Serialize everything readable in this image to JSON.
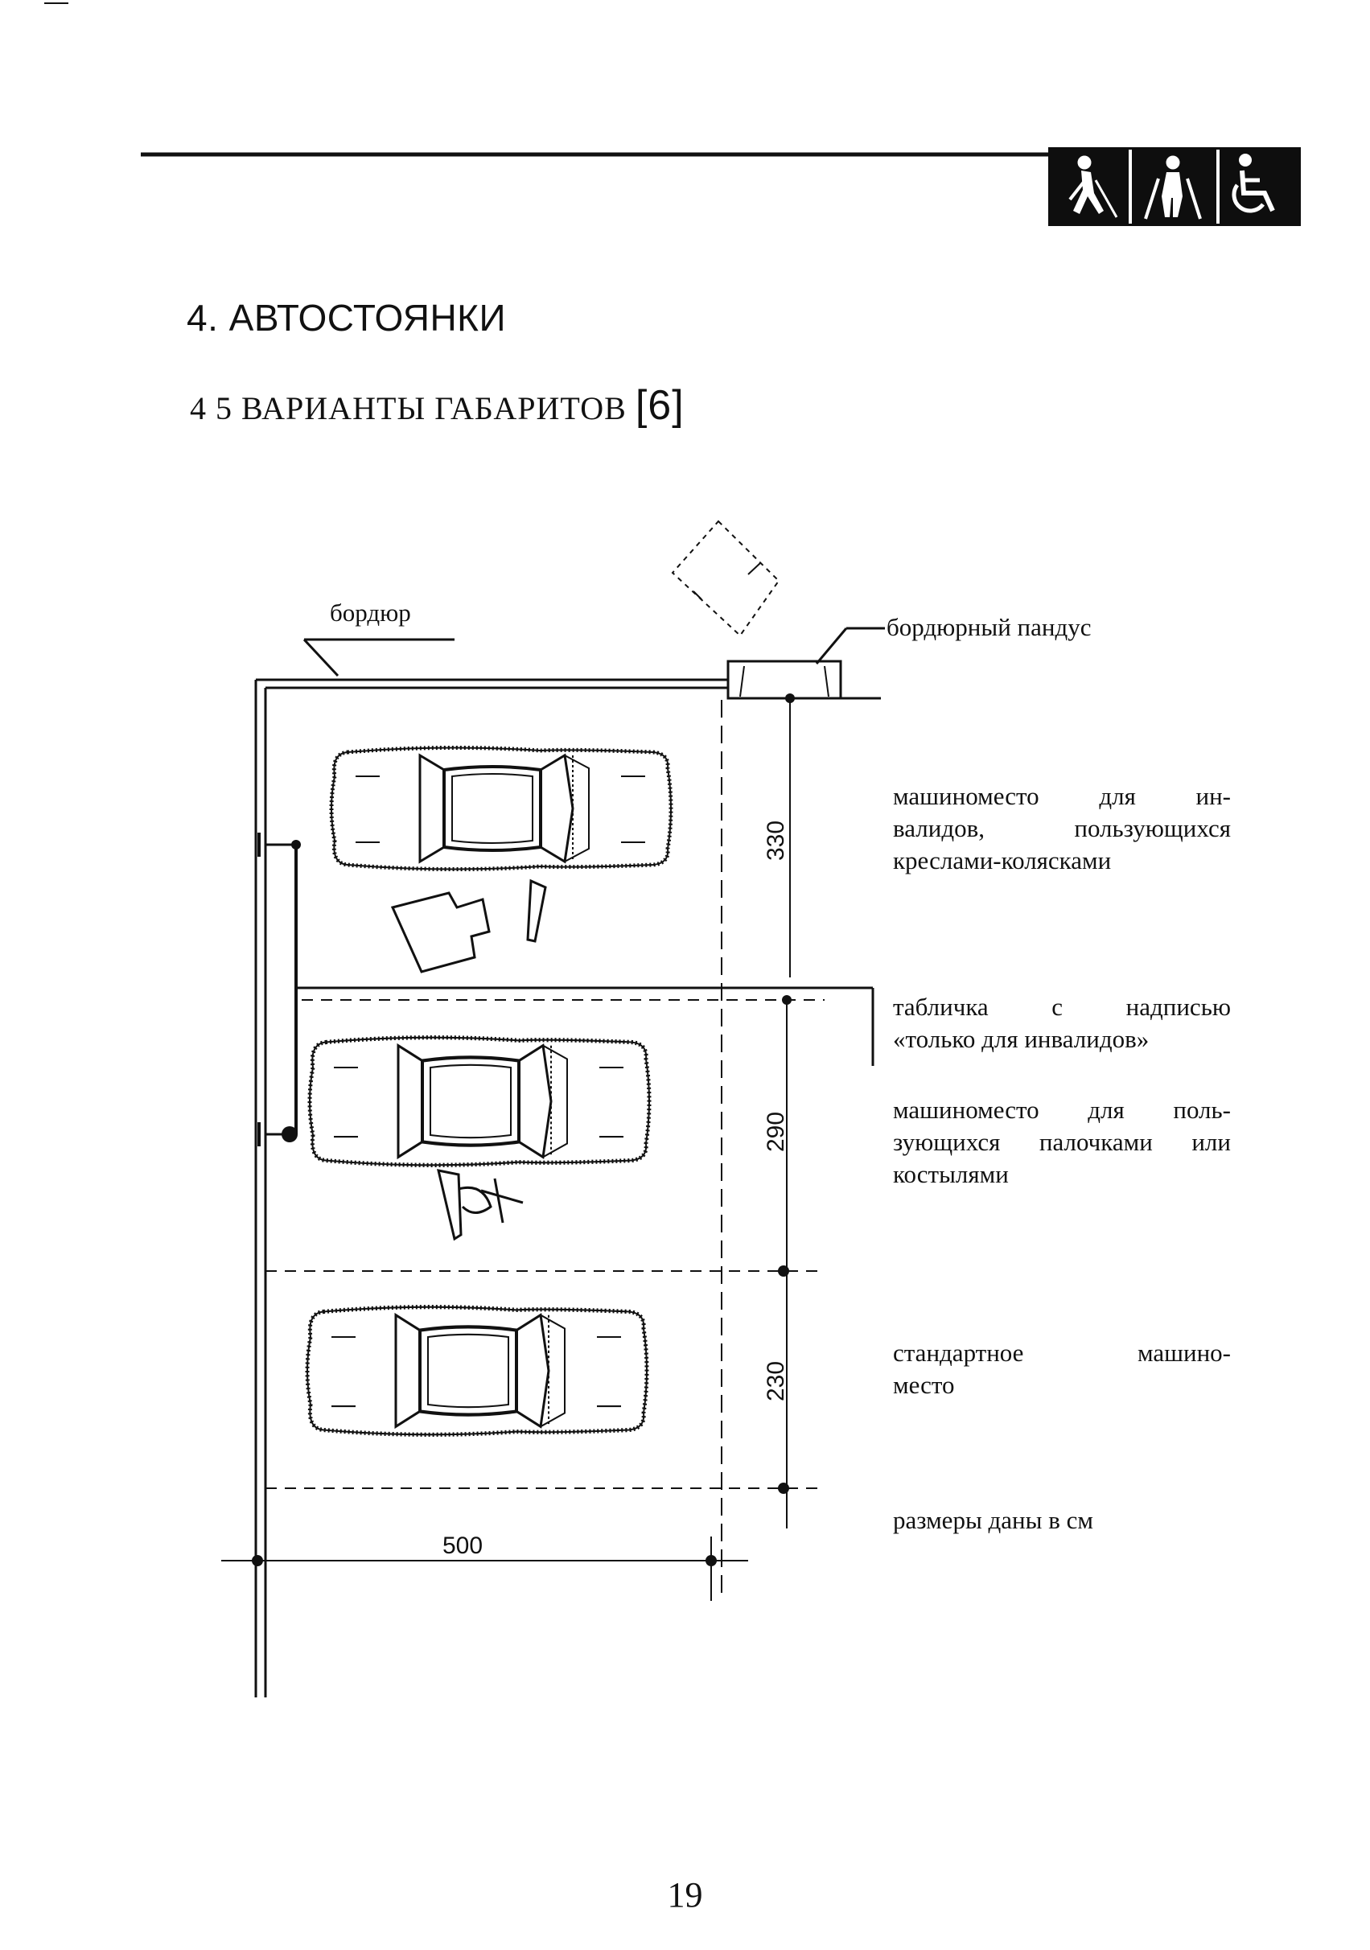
{
  "header": {
    "icons": [
      "blind-person-with-cane-icon",
      "person-with-crutches-icon",
      "wheelchair-icon"
    ]
  },
  "title": "4. АВТОСТОЯНКИ",
  "subtitle": {
    "text": "4 5 ВАРИАНТЫ ГАБАРИТОВ",
    "ref": "[6]"
  },
  "drawing": {
    "labels": {
      "curb": "бордюр",
      "curb_ramp": "бордюрный пандус"
    },
    "dimensions": {
      "d330": "330",
      "d290": "290",
      "d230": "230",
      "d500": "500"
    }
  },
  "descriptions": {
    "wheelchair_line1": "машиноместо для ин-",
    "wheelchair_line2": "валидов, пользующихся",
    "wheelchair_line3": "креслами-колясками",
    "sign_line1": "табличка с надписью",
    "sign_line2": "«только для инвалидов»",
    "crutches_line1": "машиноместо для поль-",
    "crutches_line2": "зующихся палочками или",
    "crutches_line3": "костылями",
    "standard_line1": "стандартное машино-",
    "standard_line2": "место",
    "units": "размеры даны в см"
  },
  "page_number": "19"
}
